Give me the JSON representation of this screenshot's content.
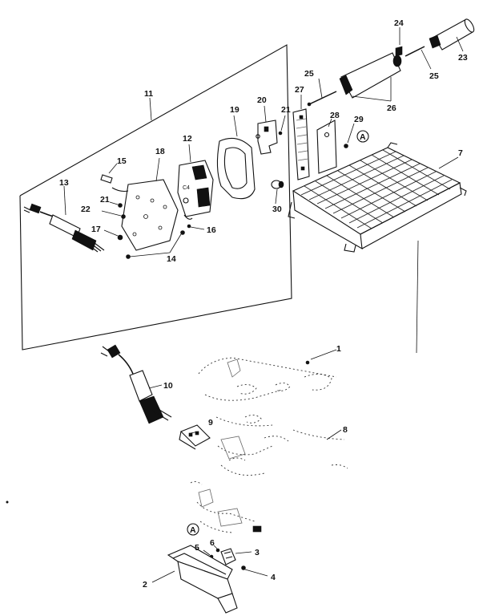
{
  "callouts": {
    "c1": "1",
    "c2": "2",
    "c3": "3",
    "c4": "4",
    "c5": "5",
    "c6": "6",
    "c7": "7",
    "c8": "8",
    "c9": "9",
    "c10": "10",
    "c11": "11",
    "c12": "12",
    "c13": "13",
    "c14": "14",
    "c15": "15",
    "c16": "16",
    "c17": "17",
    "c18": "18",
    "c19": "19",
    "c20": "20",
    "c21a": "21",
    "c21b": "21",
    "c22": "22",
    "c23": "23",
    "c24": "24",
    "c25a": "25",
    "c25b": "25",
    "c26": "26",
    "c27": "27",
    "c28": "28",
    "c29": "29",
    "c30": "30",
    "refA1": "A",
    "refA2": "A"
  }
}
